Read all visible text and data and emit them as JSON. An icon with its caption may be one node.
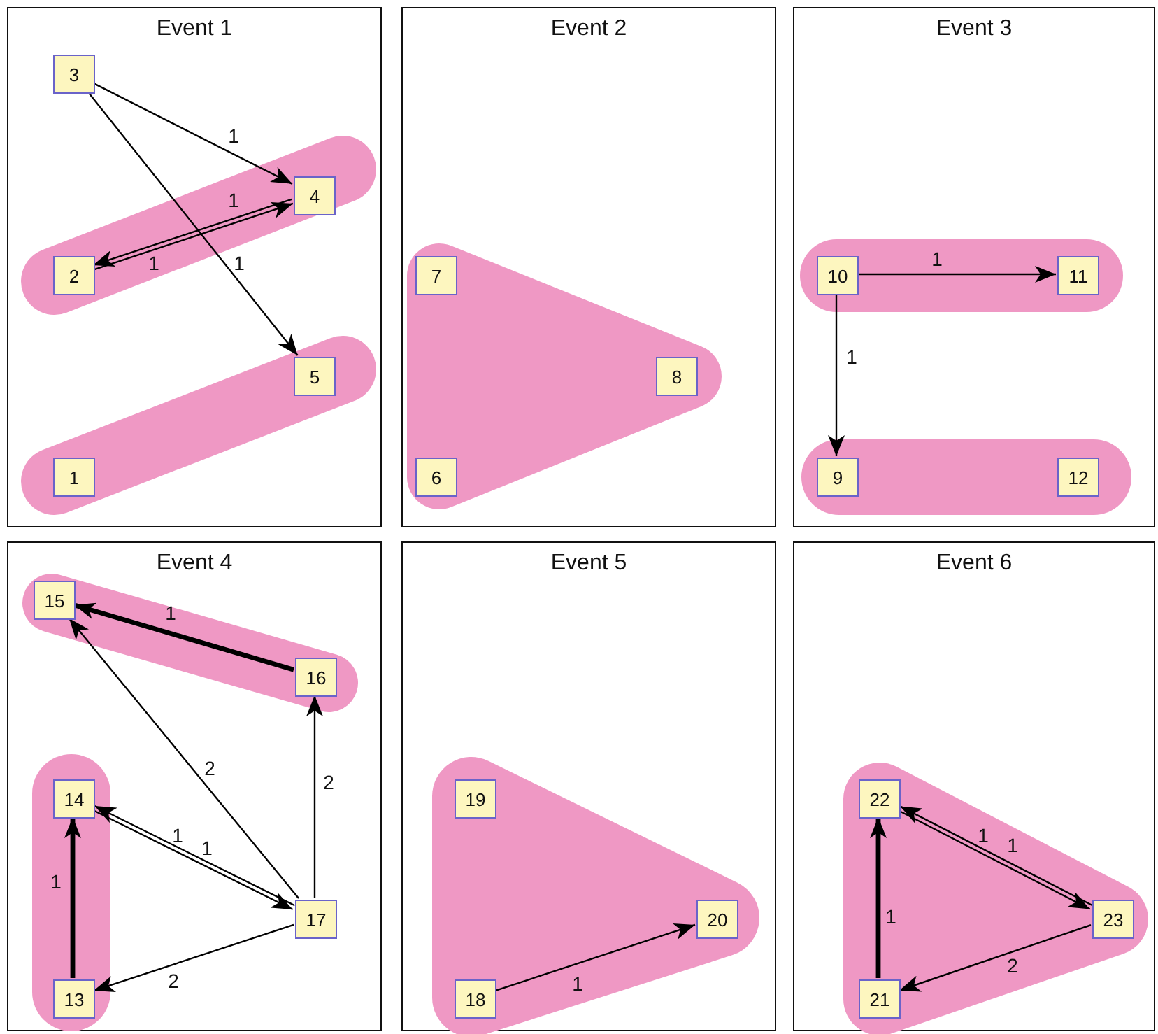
{
  "diagram": {
    "nodes": [
      {
        "text": [
          "Event 1"
        ]
      },
      {
        "text": [
          "3"
        ],
        "in": 0
      },
      {
        "text": [],
        "shape": "band",
        "in": 0
      },
      {
        "text": [
          "4"
        ],
        "in": 2
      },
      {
        "text": [
          "2"
        ],
        "in": 2
      },
      {
        "text": [],
        "shape": "band",
        "in": 0
      },
      {
        "text": [
          "5"
        ],
        "in": 5
      },
      {
        "text": [
          "1"
        ],
        "in": 5
      },
      {
        "text": [
          "Event 2"
        ]
      },
      {
        "text": [],
        "shape": "band",
        "in": 8
      },
      {
        "text": [
          "7"
        ],
        "in": 9
      },
      {
        "text": [
          "8"
        ],
        "in": 9
      },
      {
        "text": [
          "6"
        ],
        "in": 9
      },
      {
        "text": [
          "Event 3"
        ]
      },
      {
        "text": [],
        "shape": "band",
        "in": 13
      },
      {
        "text": [
          "10"
        ],
        "in": 14
      },
      {
        "text": [
          "11"
        ],
        "in": 14
      },
      {
        "text": [],
        "shape": "band",
        "in": 13
      },
      {
        "text": [
          "9"
        ],
        "in": 17
      },
      {
        "text": [
          "12"
        ],
        "in": 17
      },
      {
        "text": [
          "Event 4"
        ]
      },
      {
        "text": [],
        "shape": "band",
        "in": 20
      },
      {
        "text": [
          "15"
        ],
        "in": 21
      },
      {
        "text": [
          "16"
        ],
        "in": 21
      },
      {
        "text": [],
        "shape": "band",
        "in": 20
      },
      {
        "text": [
          "14"
        ],
        "in": 24
      },
      {
        "text": [
          "13"
        ],
        "in": 24
      },
      {
        "text": [
          "17"
        ],
        "in": 20
      },
      {
        "text": [
          "Event 5"
        ]
      },
      {
        "text": [],
        "shape": "band",
        "in": 28
      },
      {
        "text": [
          "19"
        ],
        "in": 29
      },
      {
        "text": [
          "20"
        ],
        "in": 29
      },
      {
        "text": [
          "18"
        ],
        "in": 29
      },
      {
        "text": [
          "Event 6"
        ]
      },
      {
        "text": [],
        "shape": "band",
        "in": 33
      },
      {
        "text": [
          "22"
        ],
        "in": 34
      },
      {
        "text": [
          "23"
        ],
        "in": 34
      },
      {
        "text": [
          "21"
        ],
        "in": 34
      }
    ],
    "edges": [
      {
        "from": 1,
        "to": 3,
        "arrow": "to",
        "label": "1"
      },
      {
        "from": 1,
        "to": 6,
        "arrow": "to",
        "label": "1"
      },
      {
        "from": 4,
        "to": 3,
        "arrow": "to",
        "label": "1"
      },
      {
        "from": 3,
        "to": 4,
        "arrow": "to",
        "label": "1"
      },
      {
        "from": 15,
        "to": 16,
        "arrow": "to",
        "label": "1"
      },
      {
        "from": 15,
        "to": 18,
        "arrow": "to",
        "label": "1"
      },
      {
        "from": 23,
        "to": 22,
        "arrow": "to",
        "label": "1",
        "style": "thick"
      },
      {
        "from": 27,
        "to": 22,
        "arrow": "to",
        "label": "2"
      },
      {
        "from": 27,
        "to": 23,
        "arrow": "to",
        "label": "2"
      },
      {
        "from": 26,
        "to": 25,
        "arrow": "to",
        "label": "1",
        "style": "thick"
      },
      {
        "from": 25,
        "to": 27,
        "arrow": "to",
        "label": "1"
      },
      {
        "from": 27,
        "to": 25,
        "arrow": "to",
        "label": "1"
      },
      {
        "from": 27,
        "to": 26,
        "arrow": "to",
        "label": "2"
      },
      {
        "from": 32,
        "to": 31,
        "arrow": "to",
        "label": "1"
      },
      {
        "from": 37,
        "to": 35,
        "arrow": "to",
        "label": "1",
        "style": "thick"
      },
      {
        "from": 35,
        "to": 36,
        "arrow": "to",
        "label": "1"
      },
      {
        "from": 36,
        "to": 35,
        "arrow": "to",
        "label": "1"
      },
      {
        "from": 36,
        "to": 37,
        "arrow": "to",
        "label": "2"
      }
    ]
  }
}
